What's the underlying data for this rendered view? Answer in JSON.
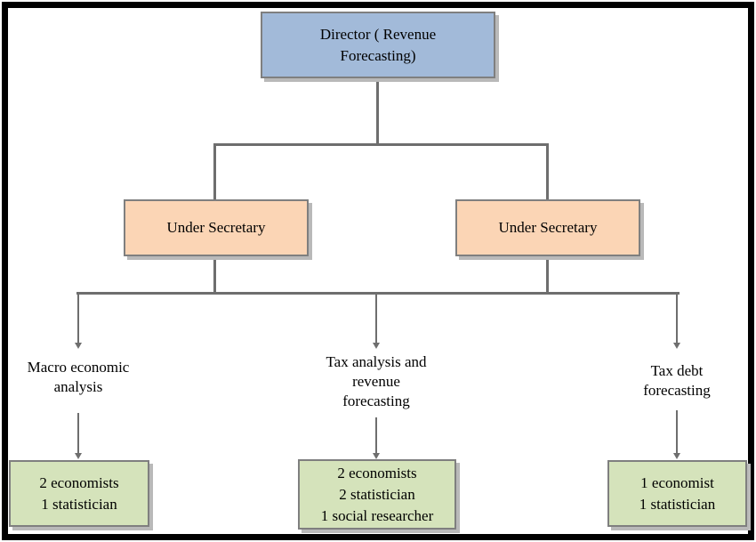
{
  "org_chart": {
    "director": {
      "title_lines": [
        "Director ( Revenue",
        "Forecasting)"
      ]
    },
    "under_secretaries": [
      {
        "label": "Under Secretary"
      },
      {
        "label": "Under Secretary"
      }
    ],
    "functions": [
      {
        "lines": [
          "Macro economic",
          "analysis"
        ]
      },
      {
        "lines": [
          "Tax analysis and",
          "revenue",
          "forecasting"
        ]
      },
      {
        "lines": [
          "Tax debt",
          "forecasting"
        ]
      }
    ],
    "teams": [
      {
        "lines": [
          "2 economists",
          "1 statistician"
        ]
      },
      {
        "lines": [
          "2 economists",
          "2 statistician",
          "1 social researcher"
        ]
      },
      {
        "lines": [
          "1 economist",
          "1 statistician"
        ]
      }
    ],
    "colors": {
      "director_fill": "#A2BAD9",
      "under_secretary_fill": "#FBD5B5",
      "team_fill": "#D5E3BB",
      "box_border": "#7F7F7F",
      "connector": "#6E6E6E",
      "shadow": "#B9B9B9",
      "frame": "#000000",
      "text": "#000000"
    }
  }
}
